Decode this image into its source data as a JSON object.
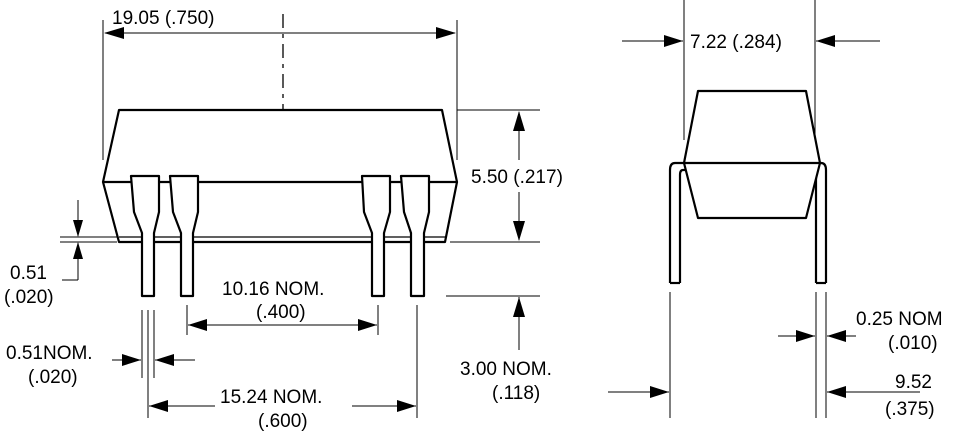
{
  "dimensions": {
    "overall_length": "19.05 (.750)",
    "body_height": "5.50 (.217)",
    "standoff_value": "0.51",
    "standoff_inch": "(.020)",
    "lead_width_value": "0.51NOM.",
    "lead_width_inch": "(.020)",
    "inner_pitch_value": "10.16 NOM.",
    "inner_pitch_inch": "(.400)",
    "outer_pitch_value": "15.24 NOM.",
    "outer_pitch_inch": "(.600)",
    "lead_length_value": "3.00 NOM.",
    "lead_length_inch": "(.118)",
    "body_width": "7.22 (.284)",
    "lead_thickness_value": "0.25 NOM",
    "lead_thickness_inch": "(.010)",
    "row_spacing_value": "9.52",
    "row_spacing_inch": "(.375)"
  },
  "colors": {
    "ink": "#000000",
    "paper": "#ffffff"
  }
}
